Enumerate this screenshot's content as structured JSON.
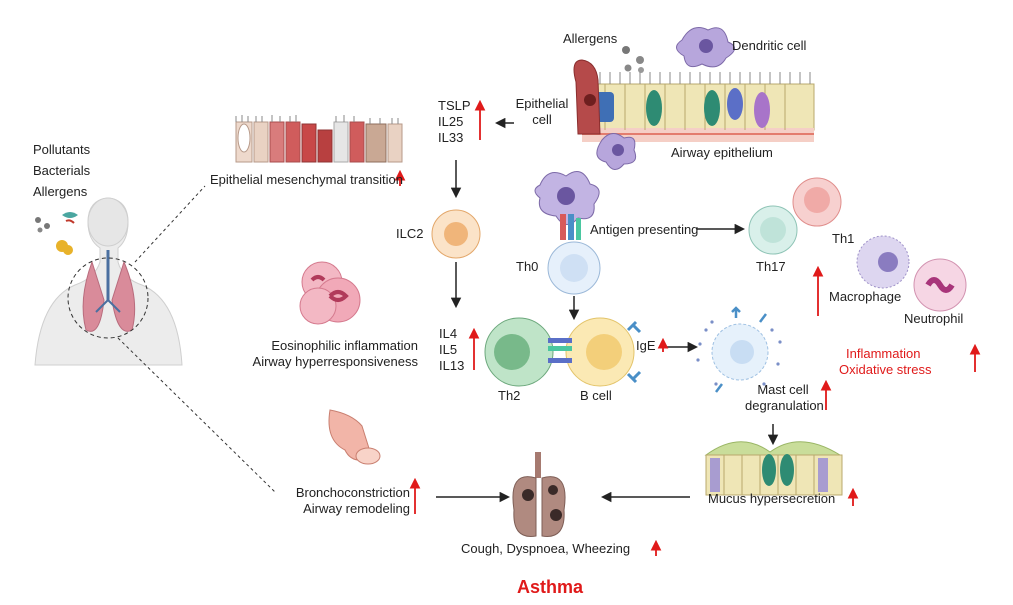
{
  "title": "Asthma",
  "triggers": [
    "Pollutants",
    "Bacterials",
    "Allergens"
  ],
  "top": {
    "allergens": "Allergens",
    "dendritic_cell": "Dendritic cell",
    "epithelial_cell": "Epithelial\ncell",
    "airway_epithelium": "Airway epithelium"
  },
  "cytokines_top": [
    "TSLP",
    "IL25",
    "IL33"
  ],
  "emt": "Epithelial mesenchymal transition",
  "ilc2": "ILC2",
  "th0": "Th0",
  "antigen_presenting": "Antigen presenting",
  "th17": "Th17",
  "th1": "Th1",
  "macrophage": "Macrophage",
  "neutrophil": "Neutrophil",
  "eos": {
    "line1": "Eosinophilic inflammation",
    "line2": "Airway hyperresponsiveness"
  },
  "cytokines_mid": [
    "IL4",
    "IL5",
    "IL13"
  ],
  "th2": "Th2",
  "bcell": "B cell",
  "ige": "IgE",
  "mast": {
    "line1": "Mast cell",
    "line2": "degranulation"
  },
  "inflammation": {
    "line1": "Inflammation",
    "line2": "Oxidative stress"
  },
  "broncho": {
    "line1": "Bronchoconstriction",
    "line2": "Airway remodeling"
  },
  "mucus": "Mucus hypersecretion",
  "symptoms": "Cough, Dyspnoea, Wheezing",
  "colors": {
    "arrow_up": "#e01a1a",
    "arrow": "#222222",
    "title": "#e01a1a"
  }
}
